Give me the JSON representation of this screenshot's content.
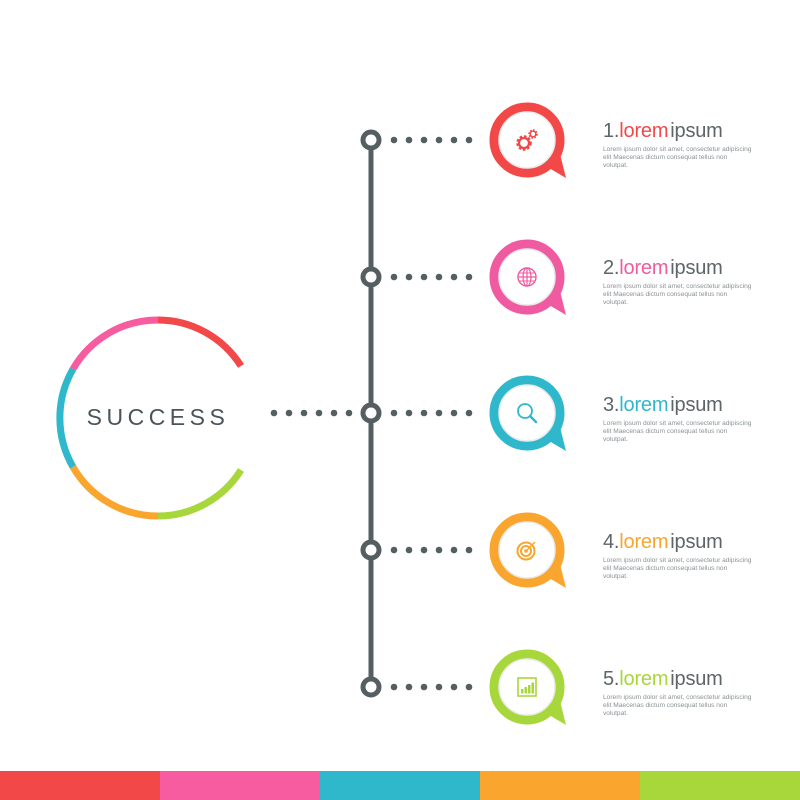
{
  "center": {
    "label": "SUCCESS",
    "ring_segments": [
      {
        "color": "#f24848",
        "name": "red"
      },
      {
        "color": "#f75ca0",
        "name": "pink"
      },
      {
        "color": "#2fb8cb",
        "name": "cyan"
      },
      {
        "color": "#f9a52e",
        "name": "orange"
      },
      {
        "color": "#a8d73c",
        "name": "green"
      }
    ]
  },
  "connector_color": "#555f62",
  "steps": [
    {
      "number": "1.",
      "accent": "lorem",
      "rest": "ipsum",
      "color": "#f24848",
      "icon": "gears-icon",
      "body": "Lorem ipsum dolor sit amet, consectetur adipiscing elit Maecenas dictum consequat tellus non volutpat."
    },
    {
      "number": "2.",
      "accent": "lorem",
      "rest": "ipsum",
      "color": "#f05aa0",
      "icon": "globe-icon",
      "body": "Lorem ipsum dolor sit amet, consectetur adipiscing elit Maecenas dictum consequat tellus non volutpat."
    },
    {
      "number": "3.",
      "accent": "lorem",
      "rest": "ipsum",
      "color": "#2fb8cb",
      "icon": "magnifier-icon",
      "body": "Lorem ipsum dolor sit amet, consectetur adipiscing elit Maecenas dictum consequat tellus non volutpat."
    },
    {
      "number": "4.",
      "accent": "lorem",
      "rest": "ipsum",
      "color": "#f9a52e",
      "icon": "target-icon",
      "body": "Lorem ipsum dolor sit amet, consectetur adipiscing elit Maecenas dictum consequat tellus non volutpat."
    },
    {
      "number": "5.",
      "accent": "lorem",
      "rest": "ipsum",
      "color": "#a8d73c",
      "icon": "bar-chart-icon",
      "body": "Lorem ipsum dolor sit amet, consectetur adipiscing elit Maecenas dictum consequat tellus non volutpat."
    }
  ],
  "bottom_strip": [
    "#f24848",
    "#f75ca0",
    "#2fb8cb",
    "#f9a52e",
    "#a8d73c"
  ]
}
